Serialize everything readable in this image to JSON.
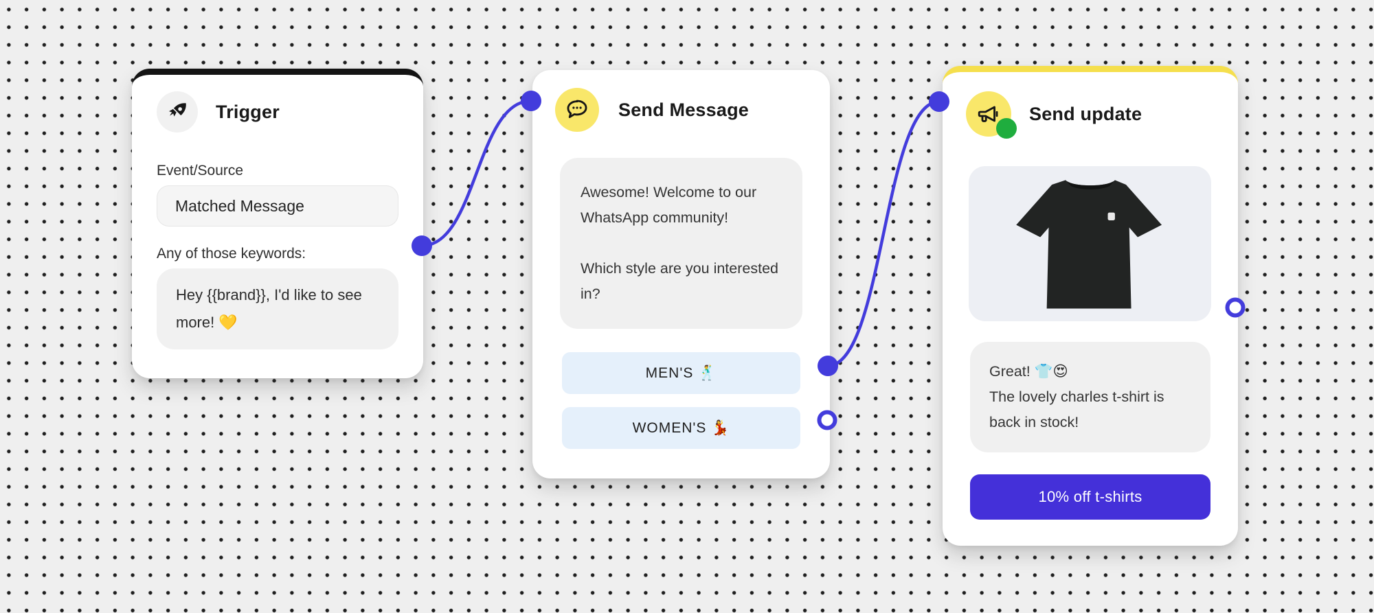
{
  "theme": {
    "canvas_bg": "#efefef",
    "dot_color": "#1e1e1e",
    "edge_color": "#433CDC",
    "cta_color": "#4430D9",
    "node_accent_trigger": "#141414",
    "node_accent_update": "#F5DF4D",
    "icon_bg_trigger": "#F1F1F1",
    "icon_bg_yellow": "#F9E76A",
    "status_green": "#1FAD3E",
    "choice_button_bg": "#E5F0FB",
    "bubble_bg": "#F0F0F0"
  },
  "nodes": {
    "trigger": {
      "title": "Trigger",
      "icon": "rocket-icon",
      "fields": {
        "event_source_label": "Event/Source",
        "event_source_value": "Matched Message",
        "keywords_label": "Any of those keywords:",
        "keywords_value": "Hey {{brand}}, I'd like to see more! 💛"
      }
    },
    "send_message": {
      "title": "Send Message",
      "icon": "chat-bubble-icon",
      "message_paragraph_1": "Awesome! Welcome to our WhatsApp community!",
      "message_paragraph_2": "Which style are you interested in?",
      "buttons": [
        {
          "label": "MEN'S 🕺"
        },
        {
          "label": "WOMEN'S 💃"
        }
      ]
    },
    "send_update": {
      "title": "Send update",
      "icon": "megaphone-icon",
      "status": "active",
      "image_alt": "black t-shirt product photo",
      "message_line_1": "Great! 👕😍",
      "message_line_2": "The lovely charles t-shirt is back in stock!",
      "cta_label": "10% off t-shirts"
    }
  }
}
